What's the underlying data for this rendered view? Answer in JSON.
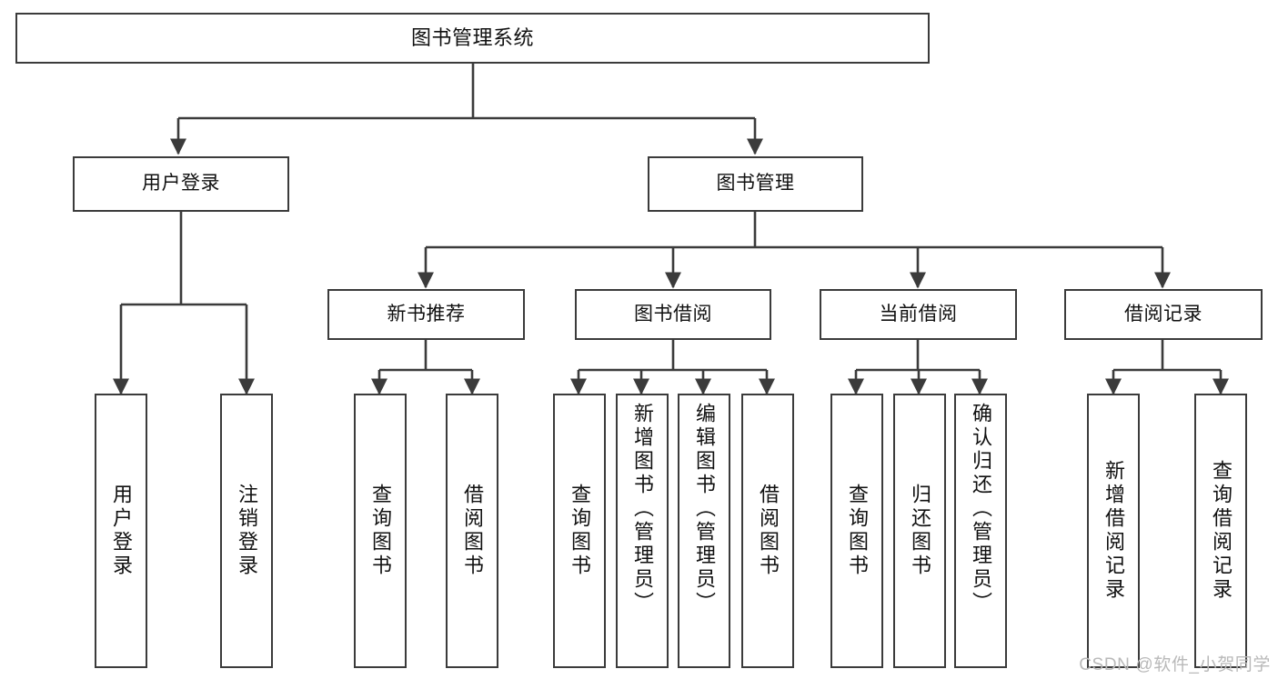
{
  "diagram": {
    "title": "图书管理系统",
    "watermark": "CSDN @软件_小贺同学",
    "line_color": "#3b3b3b",
    "box_fill": "#ffffff",
    "text_color": "#101010",
    "levels": {
      "root": "图书管理系统",
      "level2": [
        "用户登录",
        "图书管理"
      ],
      "level3": [
        "新书推荐",
        "图书借阅",
        "当前借阅",
        "借阅记录"
      ]
    },
    "nodes": {
      "root": {
        "label": "图书管理系统"
      },
      "user_login": {
        "label": "用户登录"
      },
      "book_manage": {
        "label": "图书管理"
      },
      "new_book_rec": {
        "label": "新书推荐"
      },
      "book_borrow": {
        "label": "图书借阅"
      },
      "current_borrow": {
        "label": "当前借阅"
      },
      "borrow_record": {
        "label": "借阅记录"
      },
      "leaf_user_login": {
        "label": "用户登录"
      },
      "leaf_logout": {
        "label": "注销登录"
      },
      "leaf_query_book_1": {
        "label": "查询图书"
      },
      "leaf_borrow_book_1": {
        "label": "借阅图书"
      },
      "leaf_query_book_2": {
        "label": "查询图书"
      },
      "leaf_add_book": {
        "label": "新增图书（管理员）"
      },
      "leaf_edit_book": {
        "label": "编辑图书（管理员）"
      },
      "leaf_borrow_book_2": {
        "label": "借阅图书"
      },
      "leaf_query_book_3": {
        "label": "查询图书"
      },
      "leaf_return_book": {
        "label": "归还图书"
      },
      "leaf_confirm_return": {
        "label": "确认归还（管理员）"
      },
      "leaf_add_record": {
        "label": "新增借阅记录"
      },
      "leaf_query_record": {
        "label": "查询借阅记录"
      }
    }
  }
}
